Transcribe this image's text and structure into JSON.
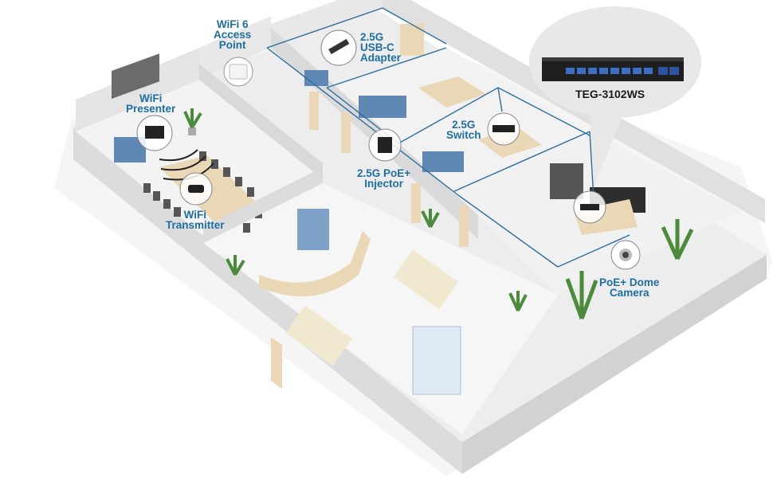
{
  "labels": {
    "wifi_access_point": "WiFi 6\nAccess\nPoint",
    "usbc_adapter": "2.5G\nUSB-C\nAdapter",
    "wifi_presenter": "WiFi\nPresenter",
    "wifi_transmitter": "WiFi\nTransmitter",
    "switch": "2.5G\nSwitch",
    "poe_injector": "2.5G PoE+\nInjector",
    "dome_camera": "PoE+ Dome\nCamera",
    "product_model": "TEG-3102WS"
  },
  "colors": {
    "label_blue": "#1d6fa3",
    "wall_line": "#2b6f9e",
    "floor": "#f2f2f2",
    "wall": "#e6e6e6",
    "wood": "#e9d7b6",
    "sofa_blue": "#5f88b5"
  }
}
